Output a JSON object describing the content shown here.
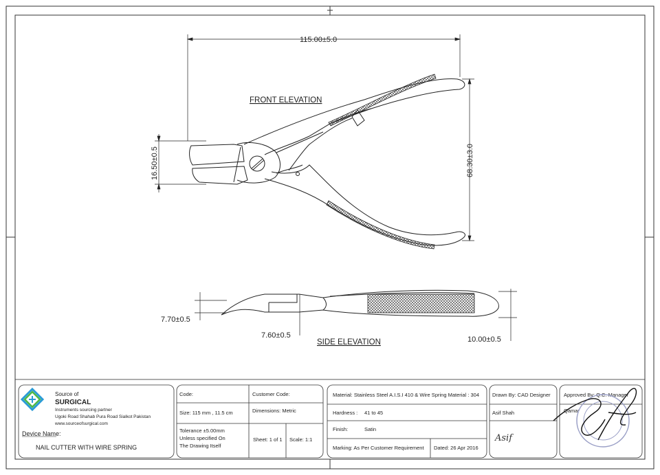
{
  "views": {
    "front_label": "FRONT ELEVATION",
    "side_label": "SIDE ELEVATION"
  },
  "dimensions": {
    "overall_length": "115.00±5.0",
    "jaw_height": "16.50±0.5",
    "handle_span": "68.30±3.0",
    "tip_thickness": "7.70±0.5",
    "jaw_thickness": "7.60±0.5",
    "handle_thickness": "10.00±0.5"
  },
  "title_block": {
    "company": {
      "source_of": "Source of",
      "name": "SURGICAL",
      "tagline": "Instruments sourcing partner",
      "address": "Ugoki Road Shahab Pura Road Sialkot Pakistan",
      "website": "www.sourceofsurgical.com"
    },
    "device_name_label": "Device Name:",
    "device_name": "NAIL CUTTER WITH WIRE SPRING",
    "code": "Code:",
    "customer_code": "Customer Code:",
    "size": "Size:  115 mm , 11.5 cm",
    "dimensions": "Dimensions: Metric",
    "tolerance_1": "Tolerance ±5.00mm",
    "tolerance_2": "Unless specified On",
    "tolerance_3": "The Drawing Itself",
    "sheet": "Sheet:  1 of 1",
    "scale": "Scale:  1:1",
    "material": "Material: Stainless Steel A.I.S.I 410 & Wire Spring Material : 304",
    "hardness_label": "Hardness :",
    "hardness_value": "41 to 45",
    "finish_label": "Finish:",
    "finish_value": "Satin",
    "marking": "Marking: As Per Customer Requirement",
    "dated": "Dated:  26 Apr 2016",
    "drawn_by": "Drawn By: CAD Designer",
    "drawn_name": "Asif Shah",
    "signature_text": "Asif",
    "approved_by": "Approved By: Q.C. Manager",
    "qc_name": "Qamar"
  }
}
